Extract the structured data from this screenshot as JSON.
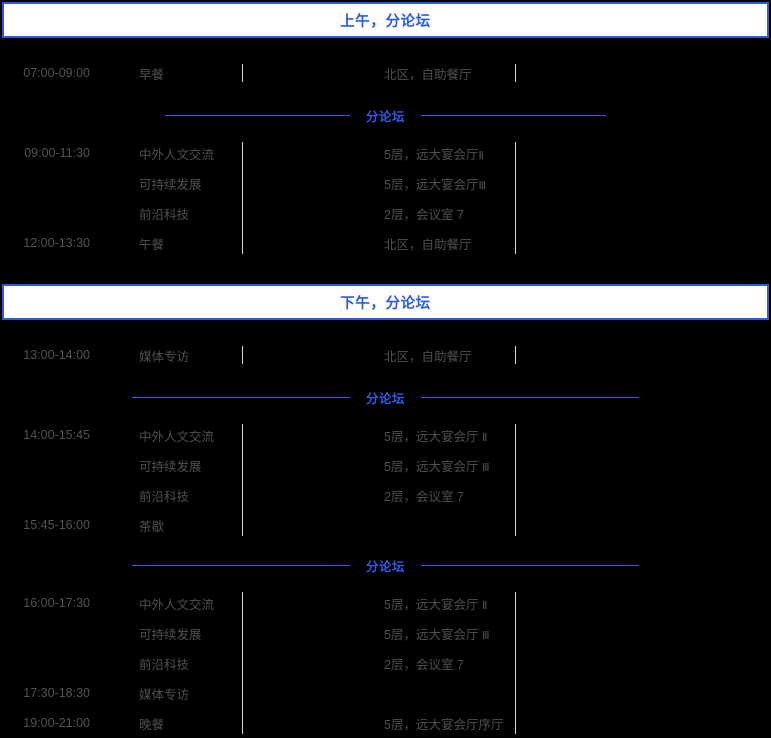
{
  "sections": [
    {
      "header": "上午，分论坛",
      "intro_rows": [
        {
          "time": "07:00-09:00",
          "title": "早餐",
          "venue": "北区，自助餐厅",
          "numeral": ""
        }
      ],
      "subforum_label": "分论坛",
      "rows": [
        {
          "time": "09:00-11:30",
          "title": "中外人文交流",
          "venue": "5层，远大宴会厅",
          "numeral": "Ⅱ"
        },
        {
          "time": "",
          "title": "可持续发展",
          "venue": "5层，远大宴会厅",
          "numeral": "Ⅲ"
        },
        {
          "time": "",
          "title": "前沿科技",
          "venue": "2层，会议室 7",
          "numeral": ""
        },
        {
          "time": "12:00-13:30",
          "title": "午餐",
          "venue": "北区，自助餐厅",
          "numeral": ""
        }
      ]
    },
    {
      "header": "下午，分论坛",
      "intro_rows": [
        {
          "time": "13:00-14:00",
          "title": "媒体专访",
          "venue": "北区，自助餐厅",
          "numeral": ""
        }
      ],
      "subforum_label": "分论坛",
      "rows": [
        {
          "time": "14:00-15:45",
          "title": "中外人文交流",
          "venue": "5层，远大宴会厅",
          "numeral": "Ⅱ"
        },
        {
          "time": "",
          "title": "可持续发展",
          "venue": "5层，远大宴会厅",
          "numeral": "Ⅲ"
        },
        {
          "time": "",
          "title": "前沿科技",
          "venue": "2层，会议室 7",
          "numeral": ""
        },
        {
          "time": "15:45-16:00",
          "title": "茶歇",
          "venue": "",
          "numeral": ""
        }
      ],
      "subforum_label2": "分论坛",
      "rows2": [
        {
          "time": "16:00-17:30",
          "title": "中外人文交流",
          "venue": "5层，远大宴会厅",
          "numeral": "Ⅱ"
        },
        {
          "time": "",
          "title": "可持续发展",
          "venue": "5层，远大宴会厅",
          "numeral": "Ⅲ"
        },
        {
          "time": "",
          "title": "前沿科技",
          "venue": "2层，会议室 7",
          "numeral": ""
        },
        {
          "time": "17:30-18:30",
          "title": "媒体专访",
          "venue": "",
          "numeral": ""
        },
        {
          "time": "19:00-21:00",
          "title": "晚餐",
          "venue": "5层，远大宴会厅序厅",
          "numeral": ""
        }
      ]
    }
  ],
  "colors": {
    "accent": "#2b5ce6",
    "background": "#000000",
    "header_bg": "#ffffff",
    "text": "#4f4f4f",
    "rule": "#d6d6d6"
  }
}
